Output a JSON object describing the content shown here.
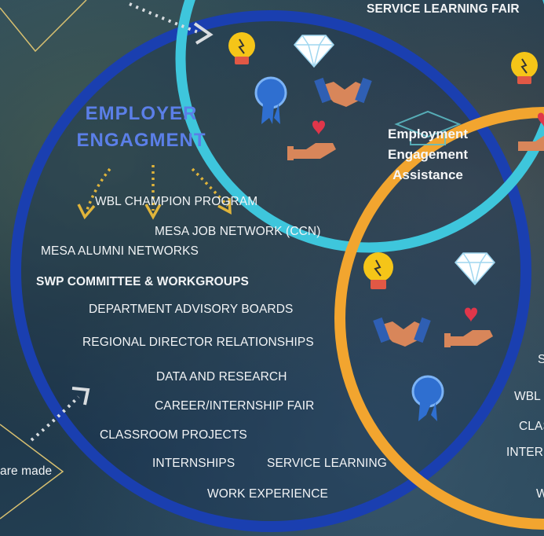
{
  "top_label": "SERVICE LEARNING FAIR",
  "title": {
    "line1": "EMPLOYER",
    "line2": "ENGAGMENT"
  },
  "center": {
    "line1": "Employment",
    "line2": "Engagement",
    "line3": "Assistance"
  },
  "left_items": [
    "WBL CHAMPION PROGRAM",
    "MESA JOB NETWORK (CCN)",
    "MESA ALUMNI NETWORKS",
    "SWP COMMITTEE & WORKGROUPS",
    "DEPARTMENT ADVISORY BOARDS",
    "REGIONAL DIRECTOR RELATIONSHIPS",
    "DATA AND RESEARCH",
    "CAREER/INTERNSHIP FAIR",
    "CLASSROOM PROJECTS",
    "INTERNSHIPS",
    "SERVICE LEARNING",
    "WORK EXPERIENCE"
  ],
  "right_partial": [
    "S",
    "WBL (",
    "CLAS",
    "INTERN",
    "W"
  ],
  "left_partial": "are made",
  "colors": {
    "blue_ring": "#1a3fb0",
    "cyan_ring": "#3ec6dc",
    "orange_ring": "#f2a52f",
    "title_blue": "#5b7fe8"
  },
  "icons": [
    "lightbulb-icon",
    "diamond-icon",
    "handshake-icon",
    "award-ribbon-icon",
    "heart-hand-icon",
    "graduation-cap-icon"
  ]
}
